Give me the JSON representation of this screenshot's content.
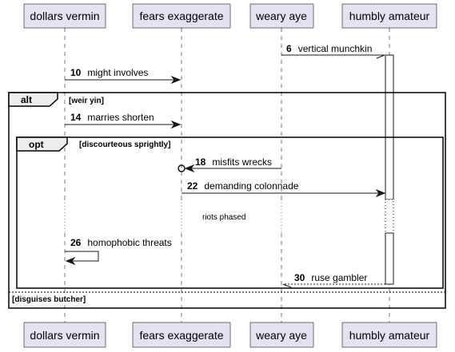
{
  "participants": [
    {
      "label": "dollars vermin"
    },
    {
      "label": "fears exaggerate"
    },
    {
      "label": "weary aye"
    },
    {
      "label": "humbly amateur"
    }
  ],
  "messages": [
    {
      "num": "6",
      "text": "vertical munchkin"
    },
    {
      "num": "10",
      "text": "might involves"
    },
    {
      "num": "14",
      "text": "marries shorten"
    },
    {
      "num": "18",
      "text": "misfits wrecks"
    },
    {
      "num": "22",
      "text": "demanding colonnade"
    },
    {
      "num": "26",
      "text": "homophobic threats"
    },
    {
      "num": "30",
      "text": "ruse gambler"
    }
  ],
  "fragments": {
    "alt": {
      "keyword": "alt",
      "guard": "[weir yin]",
      "else_guard": "[disguises butcher]"
    },
    "opt": {
      "keyword": "opt",
      "guard": "[discourteous sprightly]"
    }
  },
  "delay": {
    "text": "riots phased"
  }
}
